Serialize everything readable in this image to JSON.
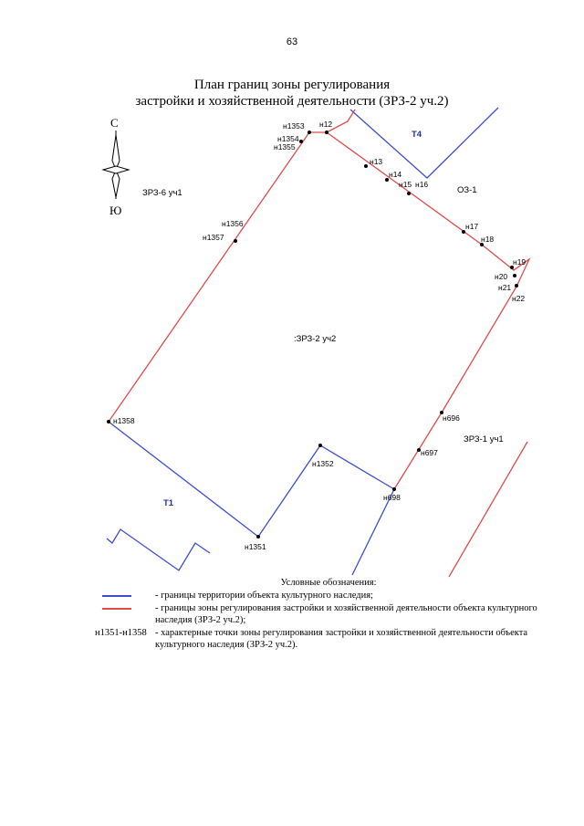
{
  "page_number": "63",
  "title": {
    "line1": "План границ зоны регулирования",
    "line2": "застройки и хозяйственной деятельности (ЗРЗ-2 уч.2)"
  },
  "compass": {
    "north": "С",
    "south": "Ю"
  },
  "zones": {
    "z1": "ЗРЗ-6 уч1",
    "z2": "Т4",
    "z3": "ОЗ-1",
    "z4": ":ЗРЗ-2 уч2",
    "z5": "ЗРЗ-1 уч1",
    "z6": "Т1"
  },
  "points": {
    "n1353": "н1353",
    "n12": "н12",
    "n1354": "н1354",
    "n1355": "н1355",
    "n13": "н13",
    "n14": "н14",
    "n15": "н15",
    "n16": "н16",
    "n17": "н17",
    "n18": "н18",
    "n19": "н19",
    "n20": "н20",
    "n21": "н21",
    "n22": "н22",
    "n1356": "н1356",
    "n1357": "н1357",
    "n1358": "н1358",
    "n696": "н696",
    "n697": "н697",
    "n1352": "н1352",
    "n698": "н698",
    "n1351": "н1351"
  },
  "legend": {
    "title": "Условные обозначения:",
    "blue_text": "- границы территории объекта культурного наследия;",
    "red_text": "- границы зоны регулирования застройки и хозяйственной деятельности объекта культурного наследия (ЗРЗ-2 уч.2);",
    "points_code": "н1351-н1358",
    "points_text": "- характерные точки зоны регулирования застройки и хозяйственной деятельности объекта культурного наследия (ЗРЗ-2 уч.2)."
  },
  "colors": {
    "blue": "#3b4bd0",
    "red": "#e04a4a"
  }
}
